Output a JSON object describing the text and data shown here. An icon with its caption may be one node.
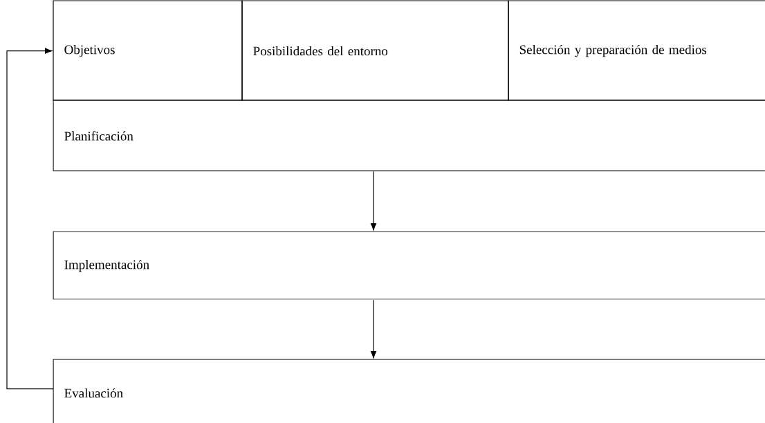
{
  "diagram": {
    "nodes": [
      {
        "text": [
          "Objetivos"
        ]
      },
      {
        "text": [
          "Posibilidades del entorno"
        ]
      },
      {
        "text": [
          "Selección y preparación de medios"
        ]
      },
      {
        "text": [
          "Planificación"
        ]
      },
      {
        "text": [
          "Implementación"
        ]
      },
      {
        "text": [
          "Evaluación"
        ]
      }
    ],
    "edges": [
      {
        "from": 3,
        "to": 4,
        "arrow": "to"
      },
      {
        "from": 4,
        "to": 5,
        "arrow": "to"
      },
      {
        "from": 5,
        "to": 0,
        "arrow": "to"
      }
    ]
  }
}
